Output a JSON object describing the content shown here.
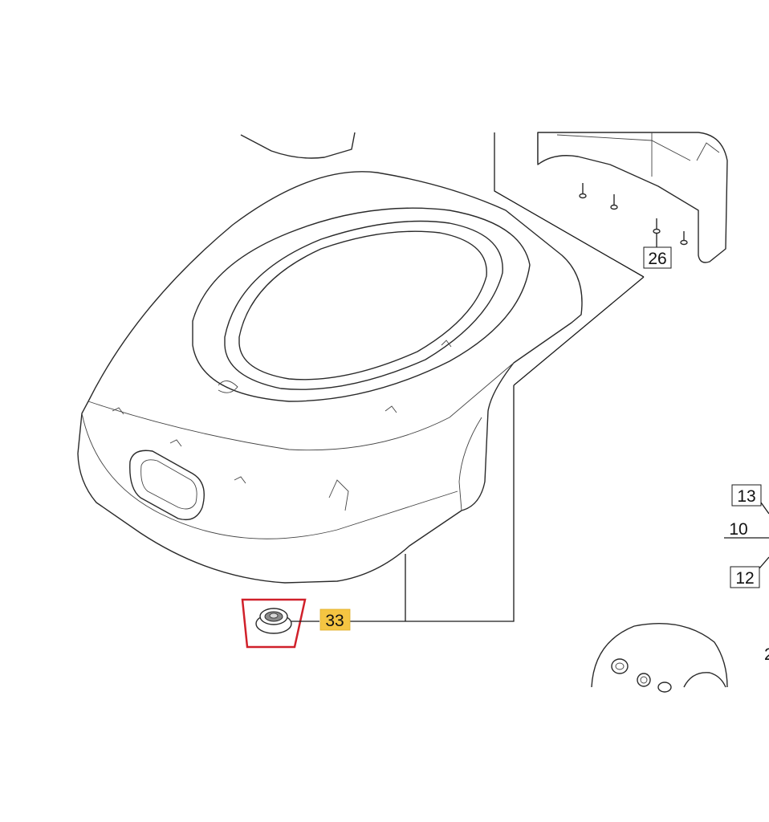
{
  "callouts": [
    {
      "id": "26",
      "label": "26"
    },
    {
      "id": "13",
      "label": "13"
    },
    {
      "id": "10",
      "label": "10"
    },
    {
      "id": "12",
      "label": "12"
    },
    {
      "id": "33",
      "label": "33",
      "highlighted": true
    },
    {
      "id": "partial",
      "label": "2"
    }
  ],
  "colors": {
    "highlight_fill": "#f5c542",
    "selection_box": "#d0202a",
    "line": "#1a1a1a"
  },
  "icons": {
    "selected_part": "button-cap-icon"
  }
}
